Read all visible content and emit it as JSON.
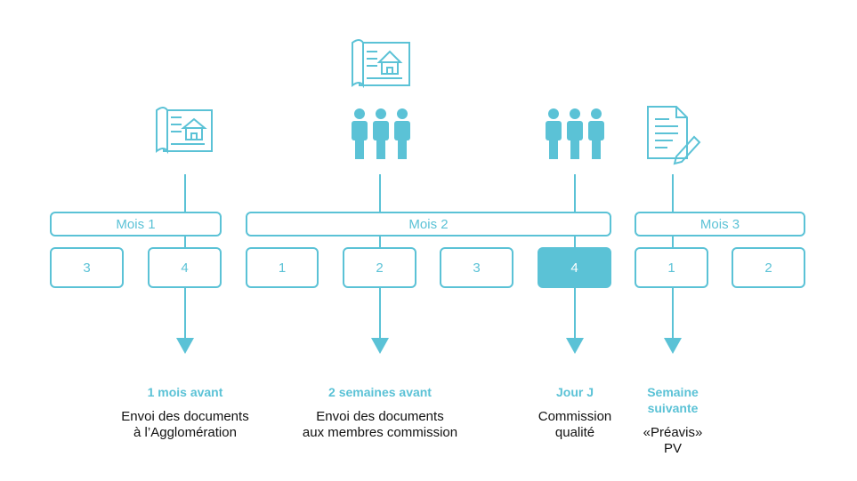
{
  "months": [
    {
      "label": "Mois 1",
      "weeks": [
        "3",
        "4"
      ]
    },
    {
      "label": "Mois 2",
      "weeks": [
        "1",
        "2",
        "3",
        "4"
      ]
    },
    {
      "label": "Mois 3",
      "weeks": [
        "1",
        "2"
      ]
    }
  ],
  "steps": [
    {
      "title": "1 mois avant",
      "desc_line1": "Envoi des documents",
      "desc_line2": "à l’Agglomération",
      "icon": "blueprint-house-icon"
    },
    {
      "title": "2 semaines avant",
      "desc_line1": "Envoi des documents",
      "desc_line2": "aux membres commission",
      "icon": "blueprint-house-and-people-icon"
    },
    {
      "title": "Jour J",
      "desc_line1": "Commission",
      "desc_line2": "qualité",
      "icon": "people-group-icon"
    },
    {
      "title_line1": "Semaine",
      "title_line2": "suivante",
      "desc_line1": "«Préavis»",
      "desc_line2": "PV",
      "icon": "document-pen-icon"
    }
  ],
  "active_week": "Mois 2 - 4",
  "colors": {
    "accent": "#5bc2d6",
    "text": "#111111"
  }
}
